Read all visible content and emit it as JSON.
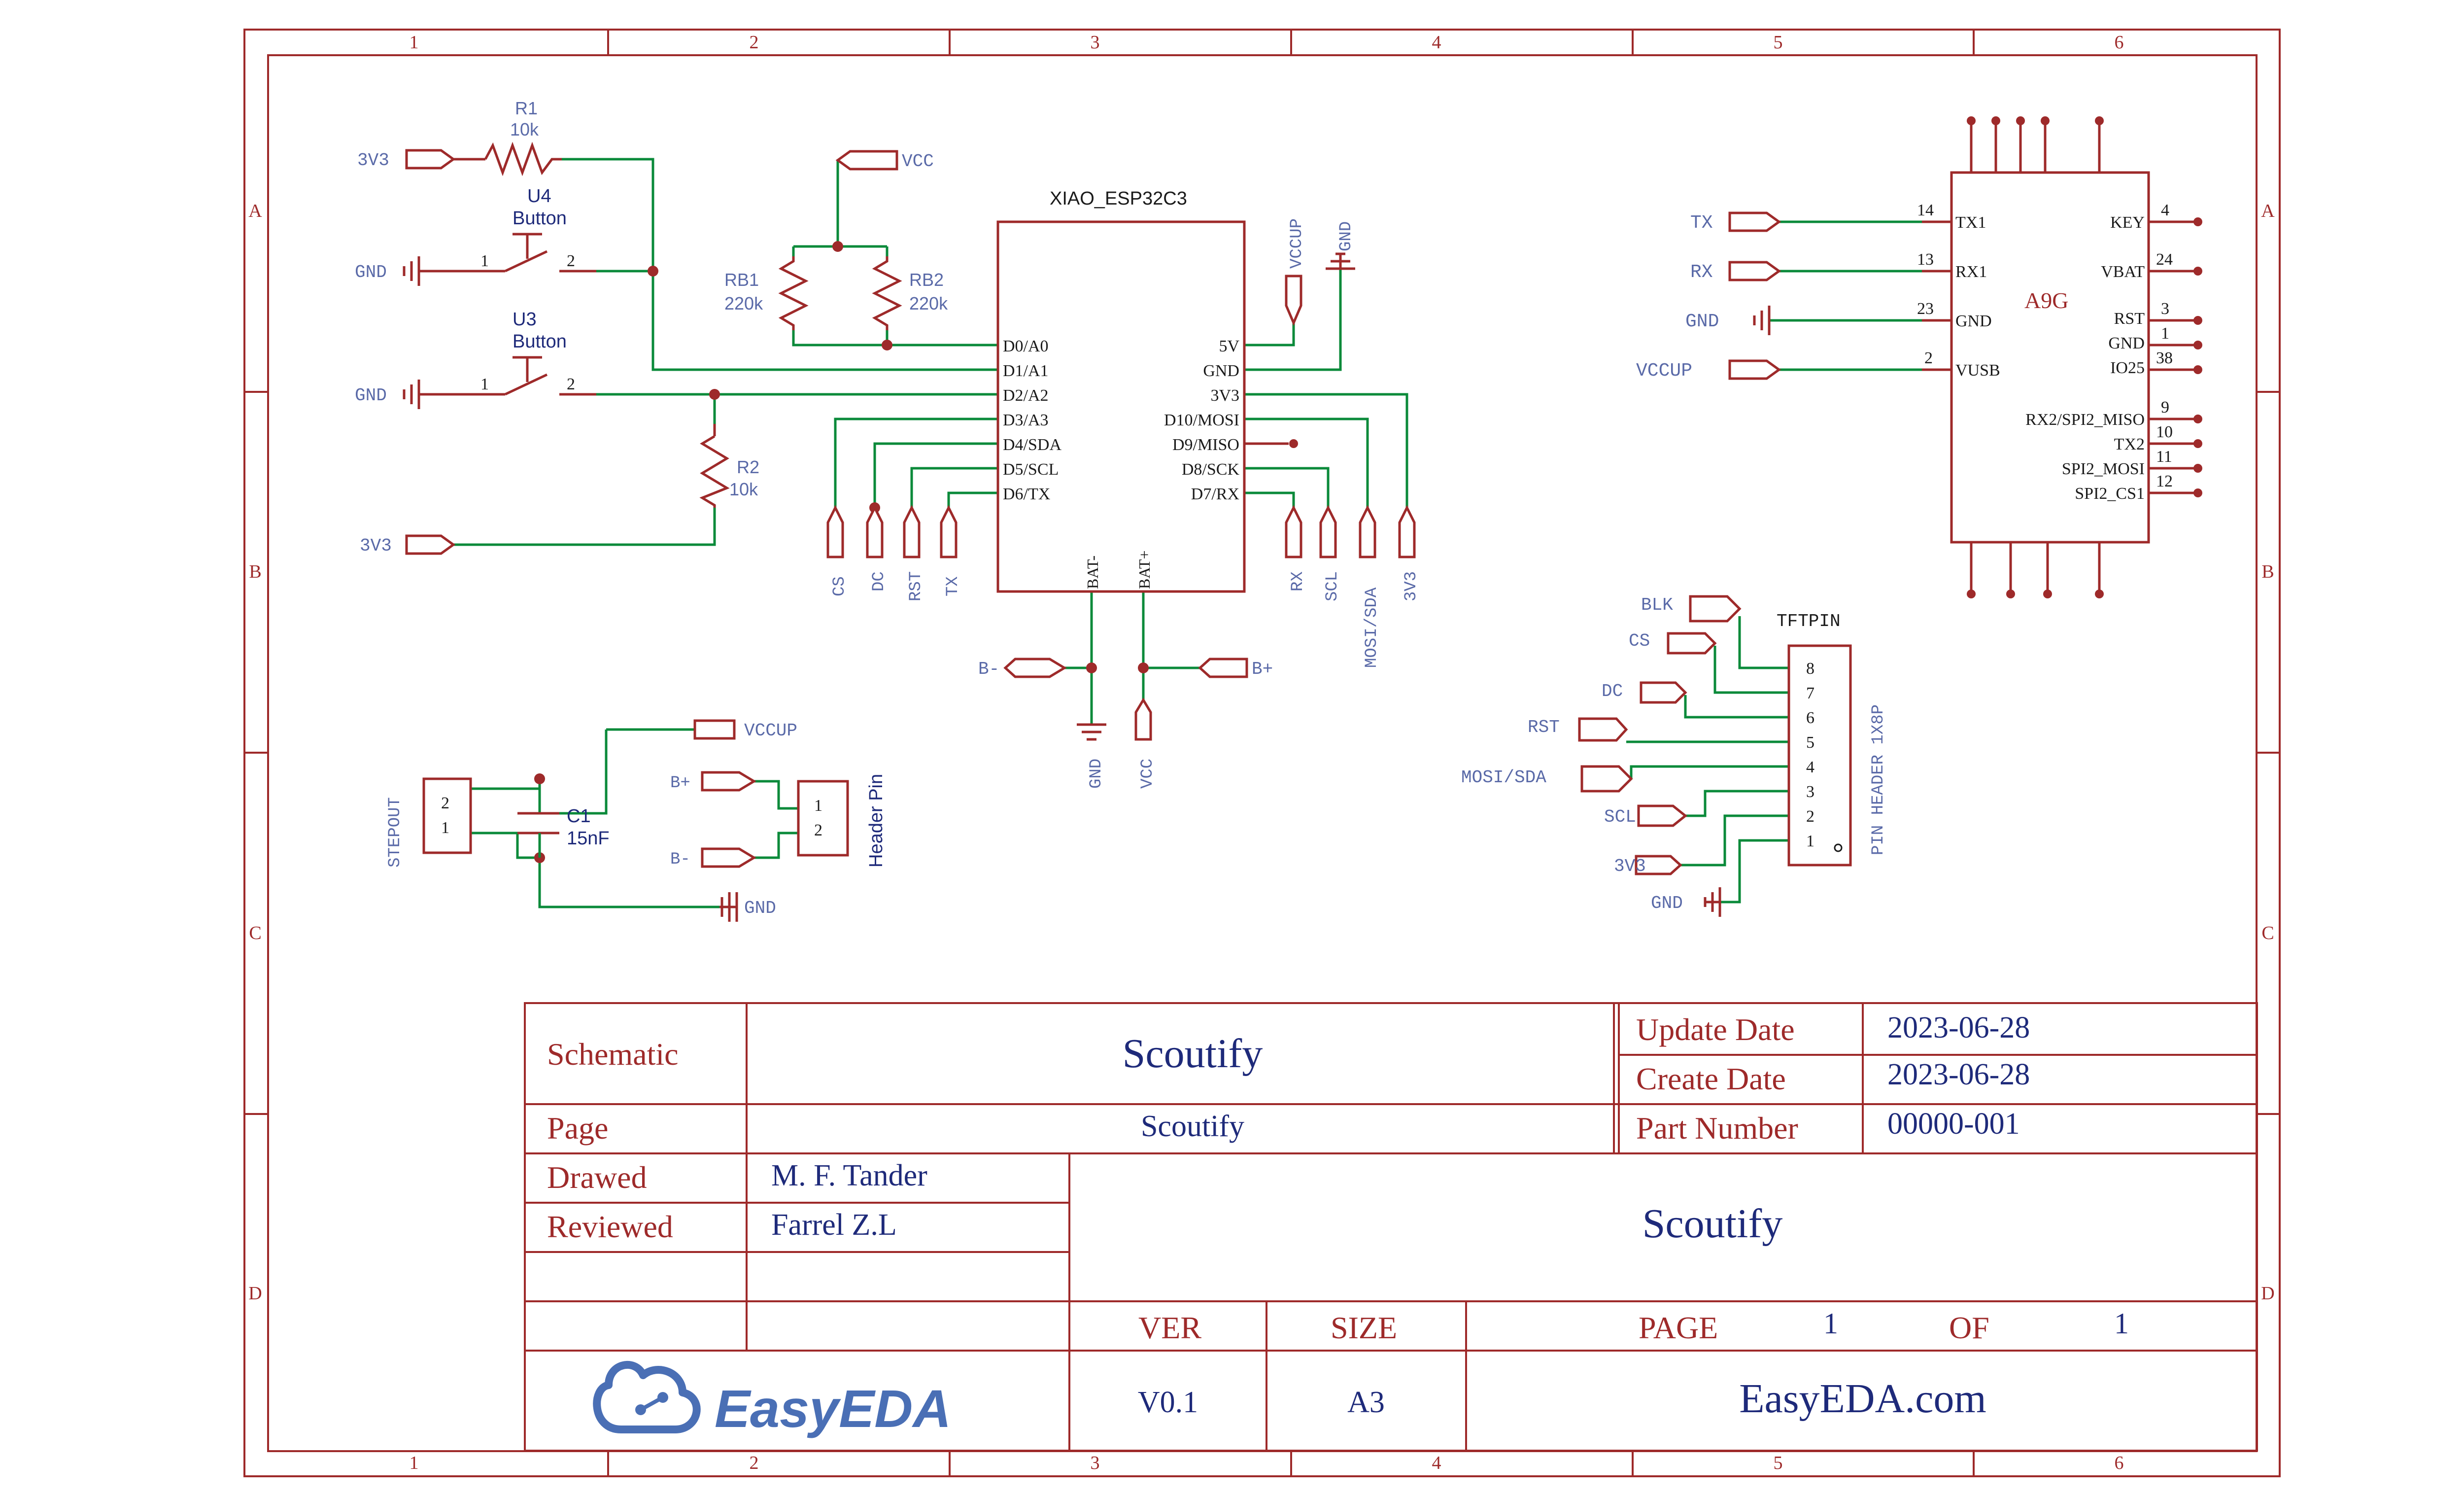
{
  "frame": {
    "columns": [
      "1",
      "2",
      "3",
      "4",
      "5",
      "6"
    ],
    "rows": [
      "A",
      "B",
      "C",
      "D"
    ]
  },
  "components": {
    "r1": {
      "ref": "R1",
      "value": "10k"
    },
    "r2": {
      "ref": "R2",
      "value": "10k"
    },
    "rb1": {
      "ref": "RB1",
      "value": "220k"
    },
    "rb2": {
      "ref": "RB2",
      "value": "220k"
    },
    "u4": {
      "ref": "U4",
      "value": "Button",
      "pin1": "1",
      "pin2": "2"
    },
    "u3": {
      "ref": "U3",
      "value": "Button",
      "pin1": "1",
      "pin2": "2"
    },
    "c1": {
      "ref": "C1",
      "value": "15nF"
    },
    "xiao": {
      "name": "XIAO_ESP32C3",
      "left_pins": [
        "D0/A0",
        "D1/A1",
        "D2/A2",
        "D3/A3",
        "D4/SDA",
        "D5/SCL",
        "D6/TX"
      ],
      "right_pins": [
        "5V",
        "GND",
        "3V3",
        "D10/MOSI",
        "D9/MISO",
        "D8/SCK",
        "D7/RX"
      ],
      "bottom_pins": [
        "BAT-",
        "BAT+"
      ]
    },
    "a9g": {
      "name": "A9G",
      "left_pins": [
        {
          "num": "14",
          "name": "TX1"
        },
        {
          "num": "13",
          "name": "RX1"
        },
        {
          "num": "23",
          "name": "GND"
        },
        {
          "num": "2",
          "name": "VUSB"
        }
      ],
      "right_pins": [
        {
          "num": "4",
          "name": "KEY"
        },
        {
          "num": "24",
          "name": "VBAT"
        },
        {
          "num": "3",
          "name": "RST"
        },
        {
          "num": "1",
          "name": "GND"
        },
        {
          "num": "38",
          "name": "IO25"
        },
        {
          "num": "9",
          "name": "RX2/SPI2_MISO"
        },
        {
          "num": "10",
          "name": "TX2"
        },
        {
          "num": "11",
          "name": "SPI2_MOSI"
        },
        {
          "num": "12",
          "name": "SPI2_CS1"
        }
      ]
    },
    "tftpin": {
      "name": "TFTPIN",
      "value": "PIN HEADER 1X8P",
      "pins": [
        "8",
        "7",
        "6",
        "5",
        "4",
        "3",
        "2",
        "1"
      ]
    },
    "stepout": {
      "name": "STEPOUT",
      "pins": [
        "2",
        "1"
      ]
    },
    "header": {
      "name": "Header Pin",
      "pins": [
        "1",
        "2"
      ]
    }
  },
  "net_labels": {
    "v3v3": "3V3",
    "gnd": "GND",
    "vcc": "VCC",
    "vccup": "VCCUP",
    "cs": "CS",
    "dc": "DC",
    "rst": "RST",
    "tx": "TX",
    "rx": "RX",
    "scl": "SCL",
    "mosi_sda": "MOSI/SDA",
    "blk": "BLK",
    "bminus": "B-",
    "bplus": "B+"
  },
  "title_block": {
    "schematic_label": "Schematic",
    "title": "Scoutify",
    "page_label": "Page",
    "page_value": "Scoutify",
    "drawed_label": "Drawed",
    "drawed_value": "M. F. Tander",
    "reviewed_label": "Reviewed",
    "reviewed_value": "Farrel Z.L",
    "update_label": "Update Date",
    "update_value": "2023-06-28",
    "create_label": "Create Date",
    "create_value": "2023-06-28",
    "part_label": "Part Number",
    "part_value": "00000-001",
    "big_title": "Scoutify",
    "ver_label": "VER",
    "ver_value": "V0.1",
    "size_label": "SIZE",
    "size_value": "A3",
    "pg_label": "PAGE",
    "pg_value": "1",
    "of_label": "OF",
    "of_value": "1",
    "logo": "EasyEDA",
    "site": "EasyEDA.com"
  },
  "colors": {
    "frame": "#9e2a2a",
    "wire": "#0a8a3a",
    "label": "#5a6aa8",
    "title": "#1e2a7a"
  }
}
